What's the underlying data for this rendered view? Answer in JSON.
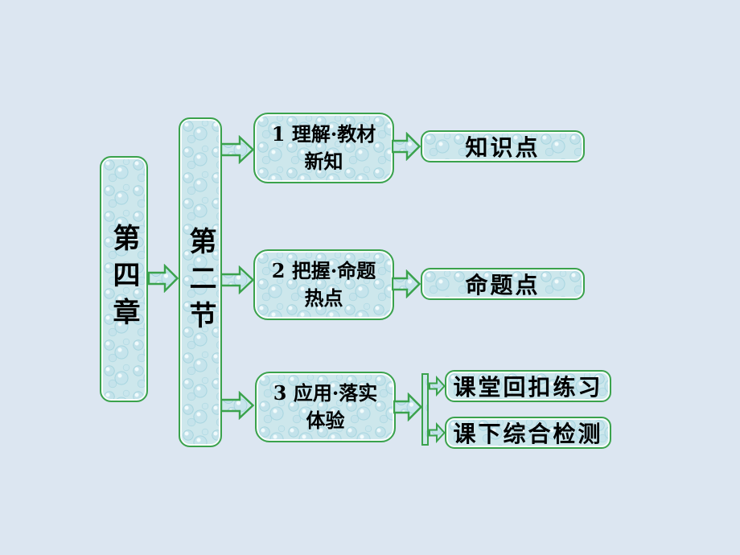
{
  "slide": {
    "background_color": "#dce6f1",
    "border_color": "#3aa24c",
    "fill_color": "#cde7ec",
    "text_color": "#000000"
  },
  "chapter": {
    "label": "第四章"
  },
  "section": {
    "label": "第二节"
  },
  "rows": [
    {
      "step_label": "1 理解·教材新知",
      "targets": [
        "知识点"
      ]
    },
    {
      "step_label": "2 把握·命题热点",
      "targets": [
        "命题点"
      ]
    },
    {
      "step_label": "3 应用·落实体验",
      "targets": [
        "课堂回扣练习",
        "课下综合检测"
      ]
    }
  ],
  "icons": {
    "flow_arrow": "block-arrow-right",
    "branch_arrow": "small-block-arrow-right"
  }
}
